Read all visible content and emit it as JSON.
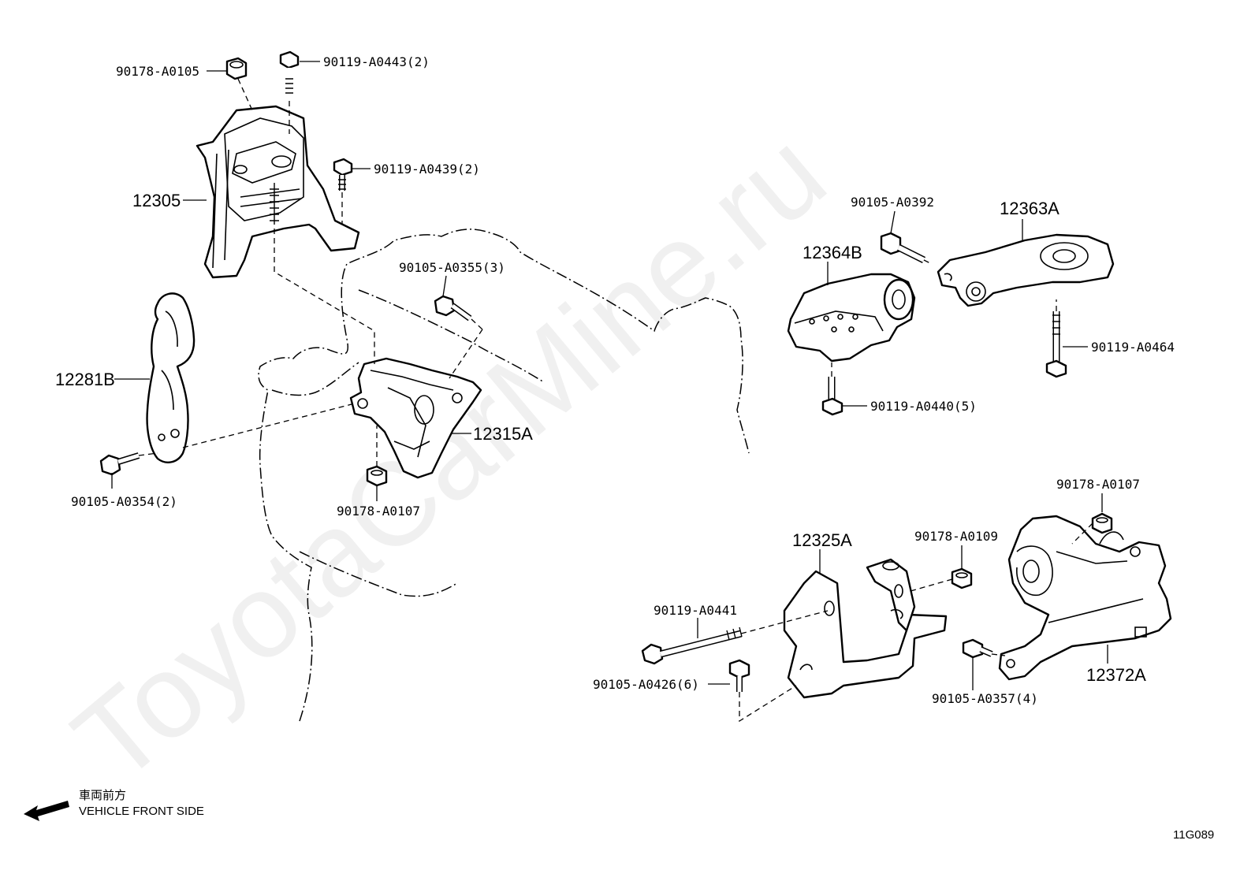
{
  "watermark": "ToyotaCarMine.ru",
  "diagram_code": "11G089",
  "orientation": {
    "jp_text": "車両前方",
    "en_text": "VEHICLE FRONT SIDE"
  },
  "parts": {
    "p12305": "12305",
    "p12281B": "12281B",
    "p12315A": "12315A",
    "p12364B": "12364B",
    "p12363A": "12363A",
    "p12325A": "12325A",
    "p12372A": "12372A"
  },
  "fasteners": {
    "f90178_A0105": "90178-A0105",
    "f90119_A0443": "90119-A0443(2)",
    "f90119_A0439": "90119-A0439(2)",
    "f90105_A0355": "90105-A0355(3)",
    "f90105_A0354": "90105-A0354(2)",
    "f90178_A0107_left": "90178-A0107",
    "f90105_A0392": "90105-A0392",
    "f90119_A0464": "90119-A0464",
    "f90119_A0440": "90119-A0440(5)",
    "f90178_A0107_right": "90178-A0107",
    "f90178_A0109": "90178-A0109",
    "f90119_A0441": "90119-A0441",
    "f90105_A0426": "90105-A0426(6)",
    "f90105_A0357": "90105-A0357(4)"
  }
}
